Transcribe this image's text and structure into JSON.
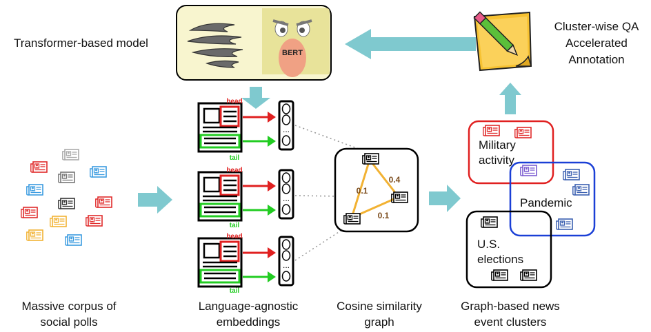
{
  "top": {
    "model_label": "Transformer-based model",
    "model_badge": "BERT",
    "qa_label_line1": "Cluster-wise QA",
    "qa_label_line2": "Accelerated",
    "qa_label_line3": "Annotation"
  },
  "embeddings": {
    "head_label": "head",
    "tail_label": "tail",
    "ellipsis": "..."
  },
  "graph": {
    "edge_top_left": "0.1",
    "edge_top_right": "0.4",
    "edge_bottom": "0.1"
  },
  "clusters": {
    "military_line1": "Military",
    "military_line2": "activity",
    "pandemic": "Pandemic",
    "us_line1": "U.S.",
    "us_line2": "elections"
  },
  "captions": {
    "corpus_line1": "Massive corpus of",
    "corpus_line2": "social polls",
    "emb_line1": "Language-agnostic",
    "emb_line2": "embeddings",
    "cos_line1": "Cosine similarity",
    "cos_line2": "graph",
    "news_line1": "Graph-based news",
    "news_line2": "event clusters"
  },
  "colors": {
    "arrow": "#7fc9cf",
    "red": "#e02020",
    "blue": "#1a3fd6",
    "green": "#22cc22",
    "orange": "#f2b233"
  }
}
